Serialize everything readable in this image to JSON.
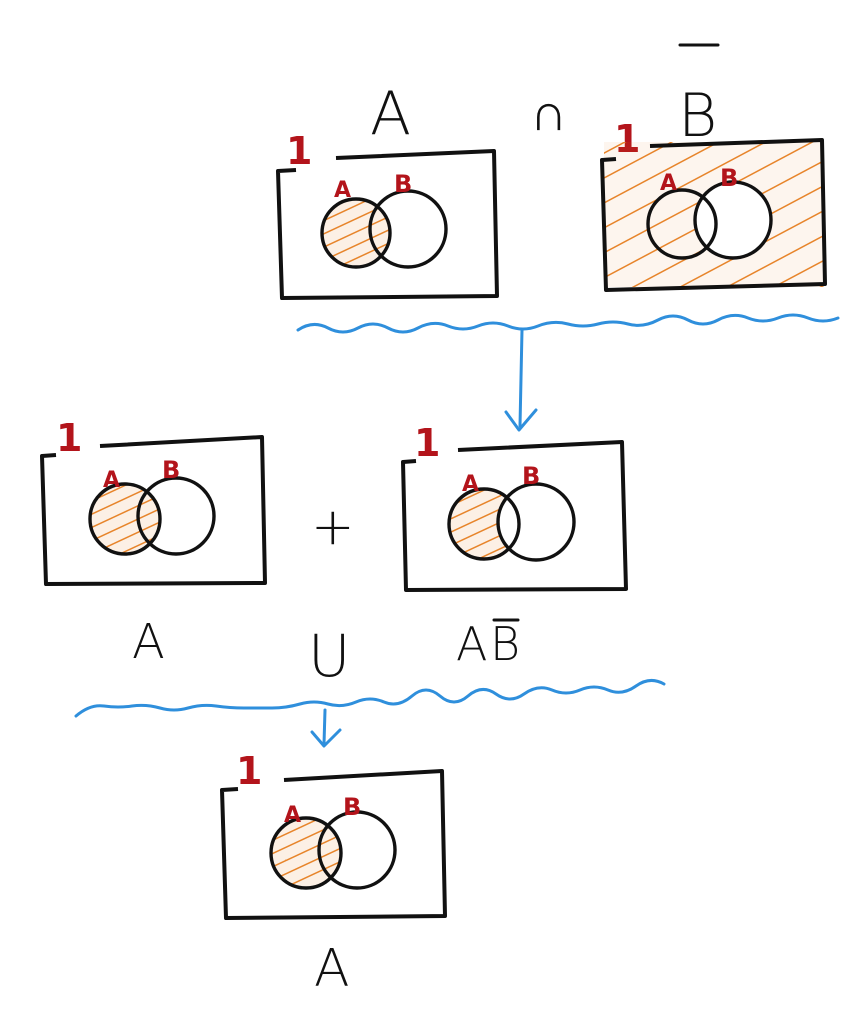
{
  "colors": {
    "ink": "#111111",
    "label": "#b3141b",
    "hatch": "#e8852b",
    "arrow": "#2f8fdc"
  },
  "top_row": {
    "left_symbol": "A",
    "operator": "∩",
    "right_symbol": "B",
    "right_symbol_has_overbar": true
  },
  "middle_row": {
    "operator": "+",
    "left_caption": "A",
    "right_caption_a": "A",
    "right_caption_b": "B",
    "union_symbol": "U"
  },
  "bottom_row": {
    "caption": "A"
  },
  "venn_labels": {
    "universe": "1",
    "set_a": "A",
    "set_b": "B"
  },
  "panels": [
    {
      "id": "top-left",
      "shaded": "A"
    },
    {
      "id": "top-right",
      "shaded": "not-B"
    },
    {
      "id": "middle-left",
      "shaded": "A"
    },
    {
      "id": "middle-right",
      "shaded": "A-and-not-B"
    },
    {
      "id": "bottom",
      "shaded": "A"
    }
  ]
}
